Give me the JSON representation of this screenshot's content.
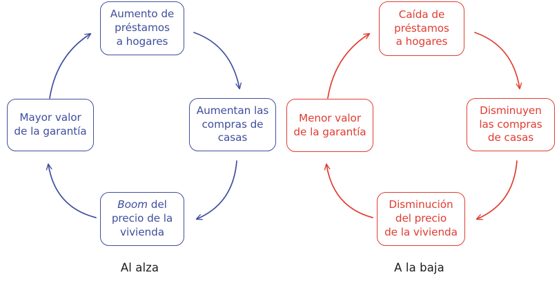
{
  "diagram": {
    "title_visible": false,
    "colors": {
      "upward_cycle": "#3f4e9c",
      "downward_cycle": "#e03c31",
      "caption": "#1c1c1c",
      "background": "#ffffff"
    },
    "cycles": [
      {
        "id": "al-alza",
        "caption": "Al alza",
        "color": "#3f4e9c",
        "direction": "clockwise",
        "nodes": [
          {
            "position": "top",
            "lines": [
              "Aumento de",
              "préstamos",
              "a hogares"
            ],
            "text": "Aumento de préstamos a hogares",
            "italic_words": []
          },
          {
            "position": "right",
            "lines": [
              "Aumentan las",
              "compras de",
              "casas"
            ],
            "text": "Aumentan las compras de casas",
            "italic_words": []
          },
          {
            "position": "bottom",
            "lines": [
              "Boom del",
              "precio de la",
              "vivienda"
            ],
            "text": "Boom del precio de la vivienda",
            "italic_words": [
              "Boom"
            ]
          },
          {
            "position": "left",
            "lines": [
              "Mayor valor",
              "de la garantía"
            ],
            "text": "Mayor valor de la garantía",
            "italic_words": []
          }
        ],
        "arrows": [
          {
            "from": "top",
            "to": "right"
          },
          {
            "from": "right",
            "to": "bottom"
          },
          {
            "from": "bottom",
            "to": "left"
          },
          {
            "from": "left",
            "to": "top"
          }
        ]
      },
      {
        "id": "a-la-baja",
        "caption": "A la baja",
        "color": "#e03c31",
        "direction": "clockwise",
        "nodes": [
          {
            "position": "top",
            "lines": [
              "Caída de",
              "préstamos",
              "a hogares"
            ],
            "text": "Caída de préstamos a hogares",
            "italic_words": []
          },
          {
            "position": "right",
            "lines": [
              "Disminuyen",
              "las compras",
              "de casas"
            ],
            "text": "Disminuyen las compras de casas",
            "italic_words": []
          },
          {
            "position": "bottom",
            "lines": [
              "Disminución",
              "del precio",
              "de la vivienda"
            ],
            "text": "Disminución del precio de la vivienda",
            "italic_words": []
          },
          {
            "position": "left",
            "lines": [
              "Menor valor",
              "de la garantía"
            ],
            "text": "Menor valor de la garantía",
            "italic_words": []
          }
        ],
        "arrows": [
          {
            "from": "top",
            "to": "right"
          },
          {
            "from": "right",
            "to": "bottom"
          },
          {
            "from": "bottom",
            "to": "left"
          },
          {
            "from": "left",
            "to": "top"
          }
        ]
      }
    ]
  }
}
